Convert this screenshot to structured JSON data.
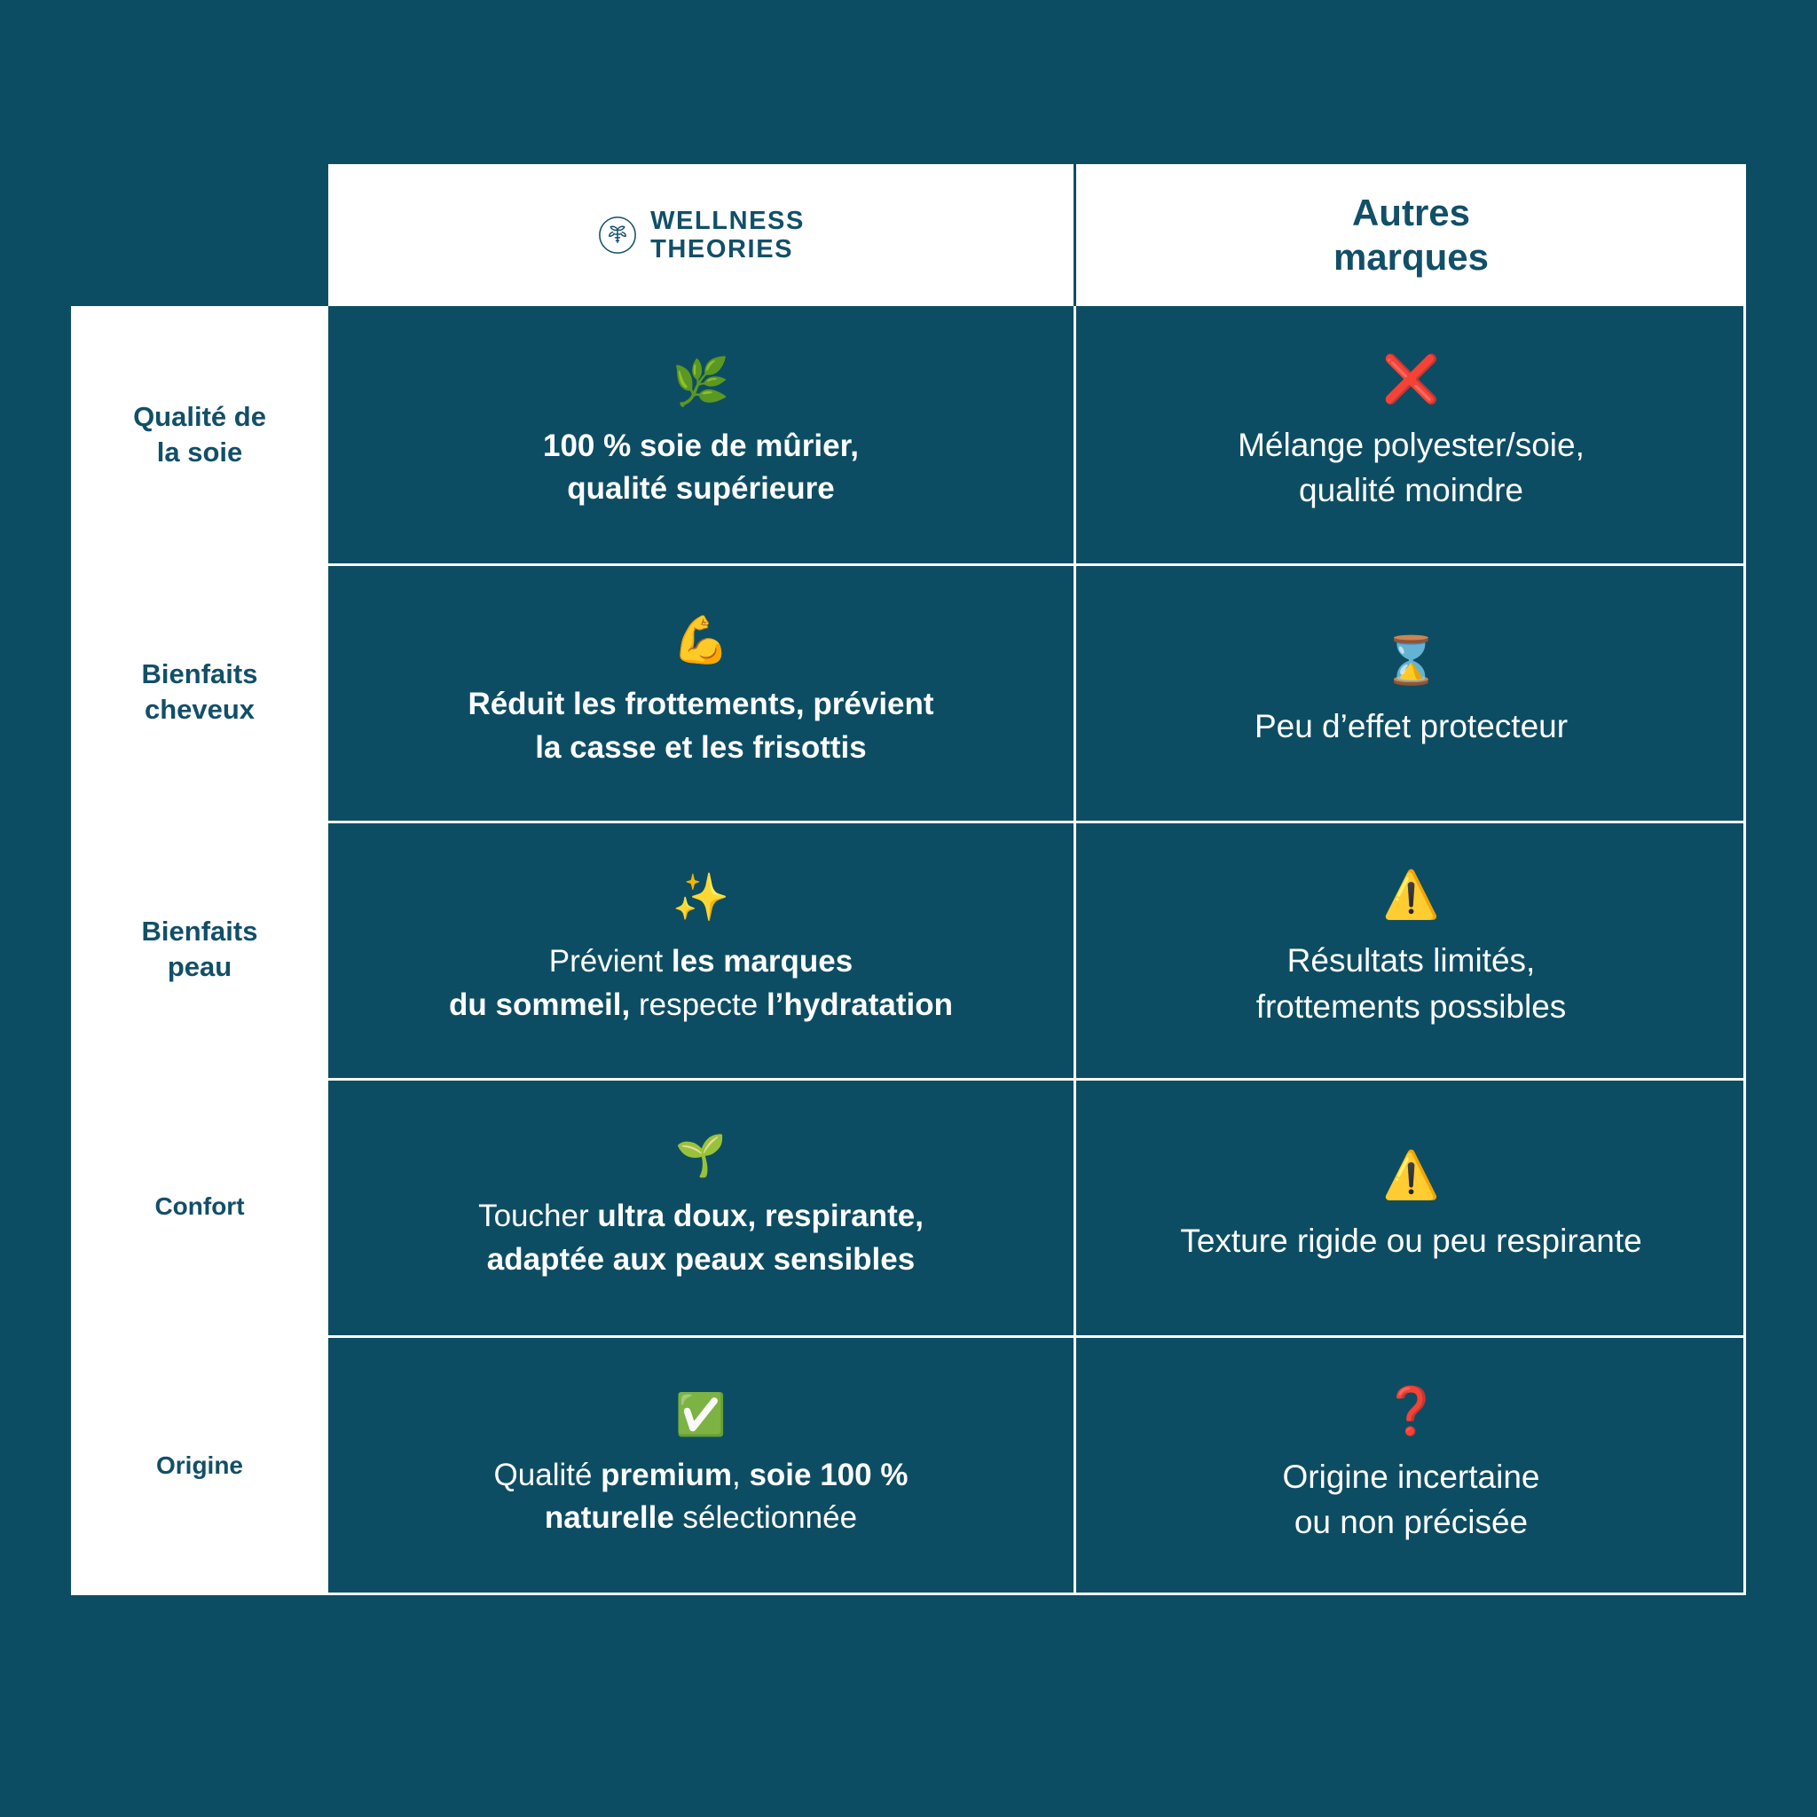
{
  "theme": {
    "background": "#0d4d63",
    "panel": "#ffffff",
    "brand_text": "#124f68",
    "body_text": "#ffffff"
  },
  "header": {
    "brand": {
      "logo_icon": "bee-leaf-circle-icon",
      "line1": "WELLNESS",
      "line2": "THEORIES"
    },
    "other": {
      "line1": "Autres",
      "line2": "marques"
    }
  },
  "columns": [
    {
      "key": "criteria",
      "label": ""
    },
    {
      "key": "wellness_theories",
      "label": "WELLNESS THEORIES"
    },
    {
      "key": "autres_marques",
      "label": "Autres marques"
    }
  ],
  "rows": [
    {
      "label_line1": "Qualité de",
      "label_line2": "la soie",
      "brand": {
        "icon": "herb-leaf-emoji",
        "emoji": "🌿",
        "line1": "100 % soie de mûrier,",
        "line2": "qualité supérieure"
      },
      "other": {
        "icon": "red-cross-mark-emoji",
        "emoji": "❌",
        "line1": "Mélange polyester/soie,",
        "line2": "qualité moindre"
      }
    },
    {
      "label_line1": "Bienfaits",
      "label_line2": "cheveux",
      "brand": {
        "icon": "flexed-biceps-emoji",
        "emoji": "💪",
        "line1": "Réduit les frottements, prévient",
        "line2": "la casse et les frisottis"
      },
      "other": {
        "icon": "hourglass-emoji",
        "emoji": "⌛",
        "line1": "Peu d’effet protecteur",
        "line2": ""
      }
    },
    {
      "label_line1": "Bienfaits",
      "label_line2": "peau",
      "brand": {
        "icon": "sparkles-emoji",
        "emoji": "✨",
        "line1_plain": "Prévient ",
        "line1_bold": "les marques",
        "line2_bold_a": "du sommeil,",
        "line2_plain": " respecte ",
        "line2_bold_b": "l’hydratation"
      },
      "other": {
        "icon": "warning-triangle-emoji",
        "emoji": "⚠️",
        "line1": "Résultats limités,",
        "line2": "frottements possibles"
      }
    },
    {
      "label_line1": "Confort",
      "label_line2": "",
      "brand": {
        "icon": "seedling-emoji",
        "emoji": "🌱",
        "line1_plain": "Toucher ",
        "line1_bold": "ultra doux, respirante,",
        "line2_bold": "adaptée aux peaux sensibles"
      },
      "other": {
        "icon": "warning-triangle-emoji",
        "emoji": "⚠️",
        "line1": "Texture rigide ou peu respirante",
        "line2": ""
      }
    },
    {
      "label_line1": "Origine",
      "label_line2": "",
      "brand": {
        "icon": "check-mark-button-emoji",
        "emoji": "✅",
        "line1_plain": "Qualité ",
        "line1_bold_a": "premium",
        "line1_mid": ", ",
        "line1_bold_b": "soie 100 %",
        "line2_bold": "naturelle",
        "line2_plain": " sélectionnée"
      },
      "other": {
        "icon": "red-question-mark-emoji",
        "emoji": "❓",
        "line1": "Origine incertaine",
        "line2": "ou non précisée"
      }
    }
  ]
}
